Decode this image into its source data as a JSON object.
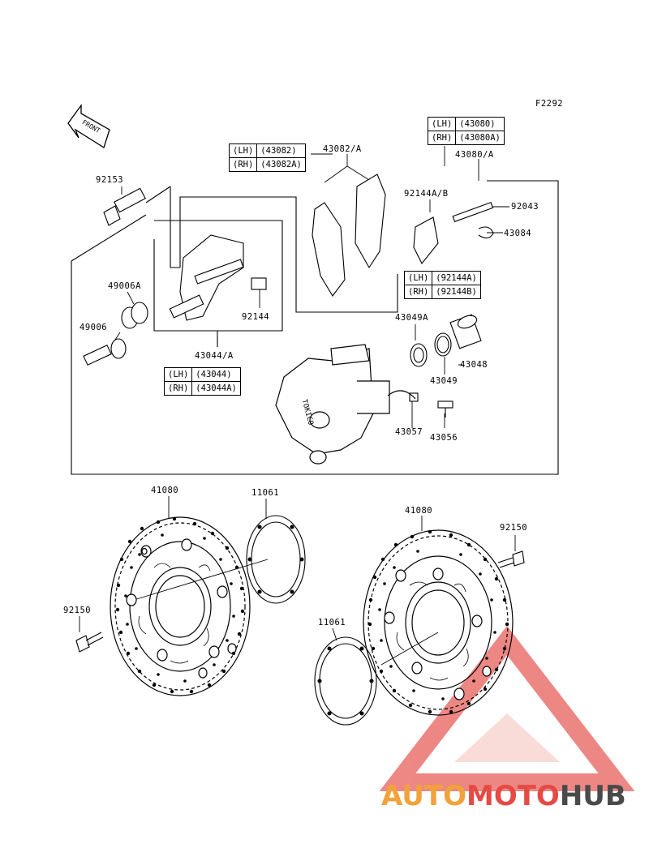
{
  "figure_code": "F2292",
  "front_arrow_label": "FRONT",
  "parts": {
    "p92153": "92153",
    "p49006A": "49006A",
    "p49006": "49006",
    "p43082A": "43082/A",
    "p92144AB": "92144A/B",
    "p92043": "92043",
    "p43084": "43084",
    "p43080A": "43080/A",
    "p92144": "92144",
    "p43044A": "43044/A",
    "p43049A": "43049A",
    "p43048": "43048",
    "p43049": "43049",
    "p43057": "43057",
    "p43056": "43056",
    "p41080_left": "41080",
    "p11061_top": "11061",
    "p41080_right": "41080",
    "p92150_right": "92150",
    "p92150_left": "92150",
    "p11061_bottom": "11061"
  },
  "side_tables": {
    "pads": {
      "lh": "(LH)",
      "lh_no": "(43082)",
      "rh": "(RH)",
      "rh_no": "(43082A)"
    },
    "caliper": {
      "lh": "(LH)",
      "lh_no": "(43080)",
      "rh": "(RH)",
      "rh_no": "(43080A)"
    },
    "spring": {
      "lh": "(LH)",
      "lh_no": "(92144A)",
      "rh": "(RH)",
      "rh_no": "(92144B)"
    },
    "bracket": {
      "lh": "(LH)",
      "lh_no": "(43044)",
      "rh": "(RH)",
      "rh_no": "(43044A)"
    }
  },
  "caliper_brand": "TOKICO",
  "watermark": {
    "part1": "AUTO",
    "part2": "MOTO",
    "part3": "HUB"
  },
  "colors": {
    "line": "#000000",
    "watermark_orange": "#f2a23a",
    "watermark_red": "#e64a45",
    "watermark_gray": "#4a4a4a"
  }
}
